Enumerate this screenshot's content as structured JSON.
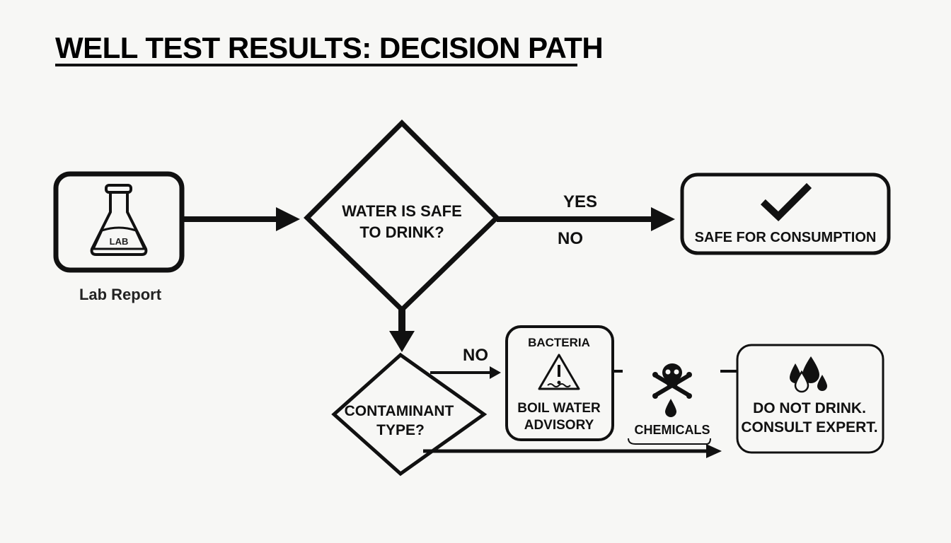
{
  "title": "WELL TEST RESULTS: DECISION PATH",
  "nodes": {
    "lab_report": {
      "label": "Lab Report",
      "flask_text": "LAB",
      "icon": "flask-icon"
    },
    "safe_question": {
      "line1": "WATER IS SAFE",
      "line2": "TO DRINK?"
    },
    "safe_result": {
      "label": "SAFE FOR CONSUMPTION",
      "icon": "checkmark-icon"
    },
    "contaminant_question": {
      "line1": "CONTAMINANT",
      "line2": "TYPE?"
    },
    "bacteria": {
      "heading": "BACTERIA",
      "line1": "BOIL WATER",
      "line2": "ADVISORY",
      "icon": "warning-triangle-icon"
    },
    "chemicals": {
      "label": "CHEMICALS",
      "icon": "skull-crossbones-icon",
      "drop_icon": "drop-icon"
    },
    "do_not_drink": {
      "line1": "DO NOT DRINK.",
      "line2": "CONSULT EXPERT.",
      "icon": "drops-icon"
    }
  },
  "edges": {
    "yes_label": "YES",
    "no_label_top": "NO",
    "no_label_bacteria": "NO"
  },
  "colors": {
    "stroke": "#111111",
    "background": "#f7f7f5"
  }
}
